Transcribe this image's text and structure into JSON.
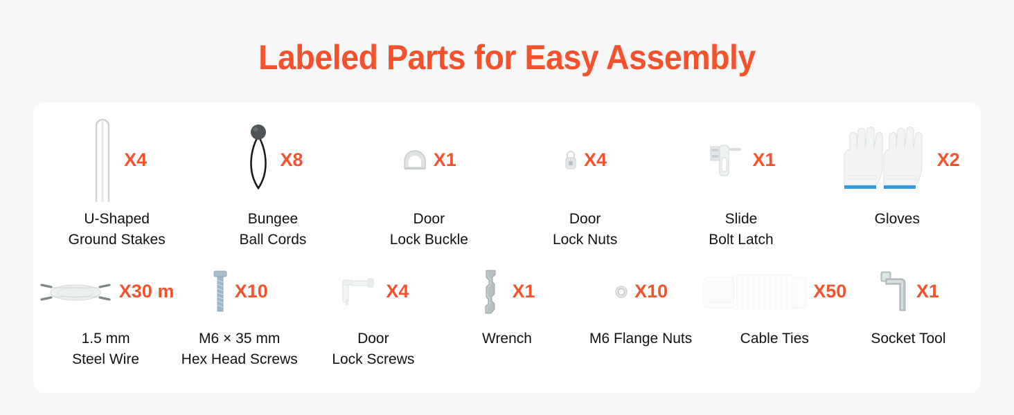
{
  "page": {
    "background_color": "#f7f7f7",
    "card_color": "#ffffff",
    "accent_color": "#f4512c",
    "label_color": "#111111"
  },
  "header": {
    "title": "Labeled Parts for Easy Assembly"
  },
  "parts": {
    "row1": [
      {
        "icon": "u-shaped-ground-stake-icon",
        "qty": "X4",
        "label": "U-Shaped\nGround Stakes"
      },
      {
        "icon": "bungee-ball-cord-icon",
        "qty": "X8",
        "label": "Bungee\nBall Cords"
      },
      {
        "icon": "door-lock-buckle-icon",
        "qty": "X1",
        "label": "Door\nLock Buckle"
      },
      {
        "icon": "door-lock-nut-icon",
        "qty": "X4",
        "label": "Door\nLock Nuts"
      },
      {
        "icon": "slide-bolt-latch-icon",
        "qty": "X1",
        "label": "Slide\nBolt Latch"
      },
      {
        "icon": "gloves-icon",
        "qty": "X2",
        "label": "Gloves"
      }
    ],
    "row2": [
      {
        "icon": "steel-wire-coil-icon",
        "qty": "X30 m",
        "label": "1.5 mm\nSteel Wire"
      },
      {
        "icon": "hex-head-screw-icon",
        "qty": "X10",
        "label": "M6 × 35 mm\nHex Head Screws"
      },
      {
        "icon": "door-lock-screw-icon",
        "qty": "X4",
        "label": "Door\nLock Screws"
      },
      {
        "icon": "wrench-icon",
        "qty": "X1",
        "label": "Wrench"
      },
      {
        "icon": "flange-nut-icon",
        "qty": "X10",
        "label": "M6 Flange Nuts"
      },
      {
        "icon": "cable-ties-icon",
        "qty": "X50",
        "label": "Cable Ties"
      },
      {
        "icon": "socket-tool-icon",
        "qty": "X1",
        "label": "Socket Tool"
      }
    ]
  }
}
